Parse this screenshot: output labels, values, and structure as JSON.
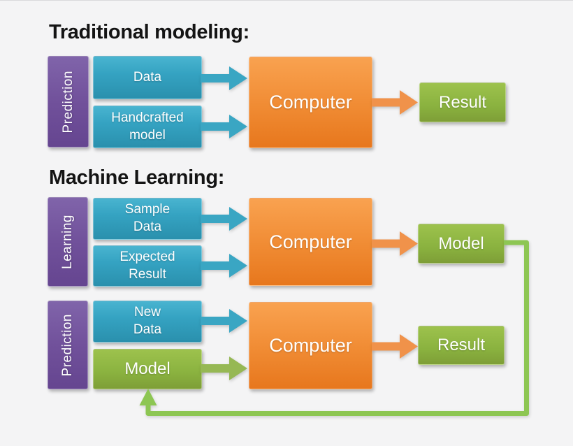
{
  "sections": [
    {
      "heading": "Traditional modeling:",
      "rows": [
        {
          "phase": "Prediction",
          "inputs": [
            {
              "label": "Data"
            },
            {
              "label": "Handcrafted\nmodel"
            }
          ],
          "processor": "Computer",
          "output": "Result"
        }
      ]
    },
    {
      "heading": "Machine Learning:",
      "rows": [
        {
          "phase": "Learning",
          "inputs": [
            {
              "label": "Sample\nData"
            },
            {
              "label": "Expected\nResult"
            }
          ],
          "processor": "Computer",
          "output": "Model"
        },
        {
          "phase": "Prediction",
          "inputs": [
            {
              "label": "New\nData"
            },
            {
              "label": "Model"
            }
          ],
          "processor": "Computer",
          "output": "Result"
        }
      ]
    }
  ],
  "colors": {
    "teal": "#35a3c2",
    "purple": "#71519b",
    "orange": "#ee8a35",
    "green": "#8ab23f",
    "loop_green": "#8dc653",
    "background": "#f4f4f5",
    "heading_text": "#141414",
    "box_text": "#ffffff"
  }
}
